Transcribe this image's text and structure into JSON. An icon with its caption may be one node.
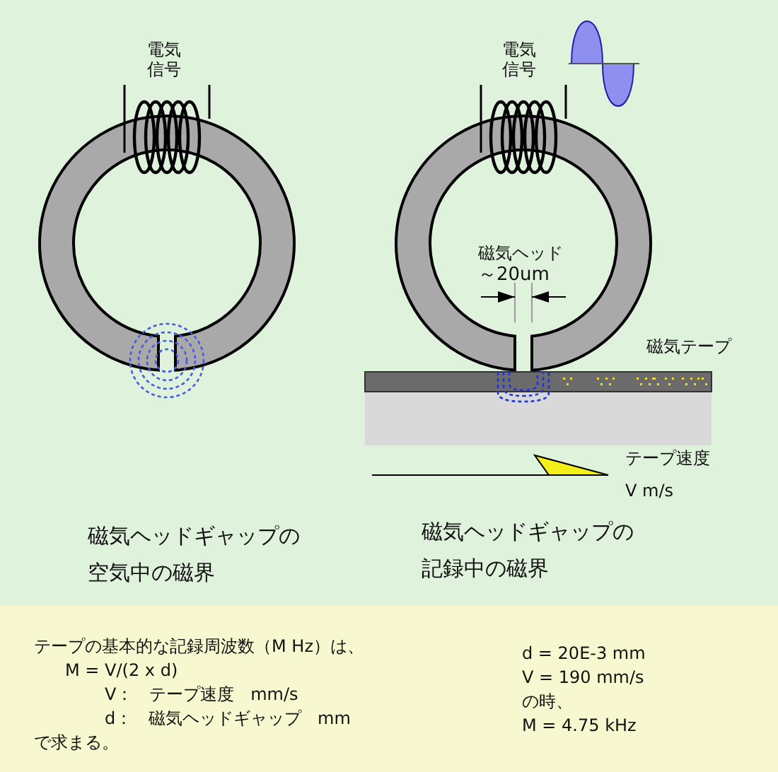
{
  "diagram": {
    "nodes": [
      {
        "text": [
          "テープの基本的な記録周波数（M Hz）は、",
          "M = V/(2 x d)",
          "V：   テープ速度   mm/s",
          "d：   磁気ヘッドギャップ   mm",
          "で求まる。",
          "d = 20E-3 mm",
          "V = 190 mm/s",
          "の時、",
          "M = 4.75 kHz"
        ]
      }
    ],
    "labels": [
      "電気信号",
      "電気信号",
      "磁気ヘッド",
      "～20um",
      "磁気テープ",
      "テープ速度",
      "V m/s",
      "磁気ヘッドギャップの空気中の磁界",
      "磁気ヘッドギャップの記録中の磁界"
    ]
  }
}
